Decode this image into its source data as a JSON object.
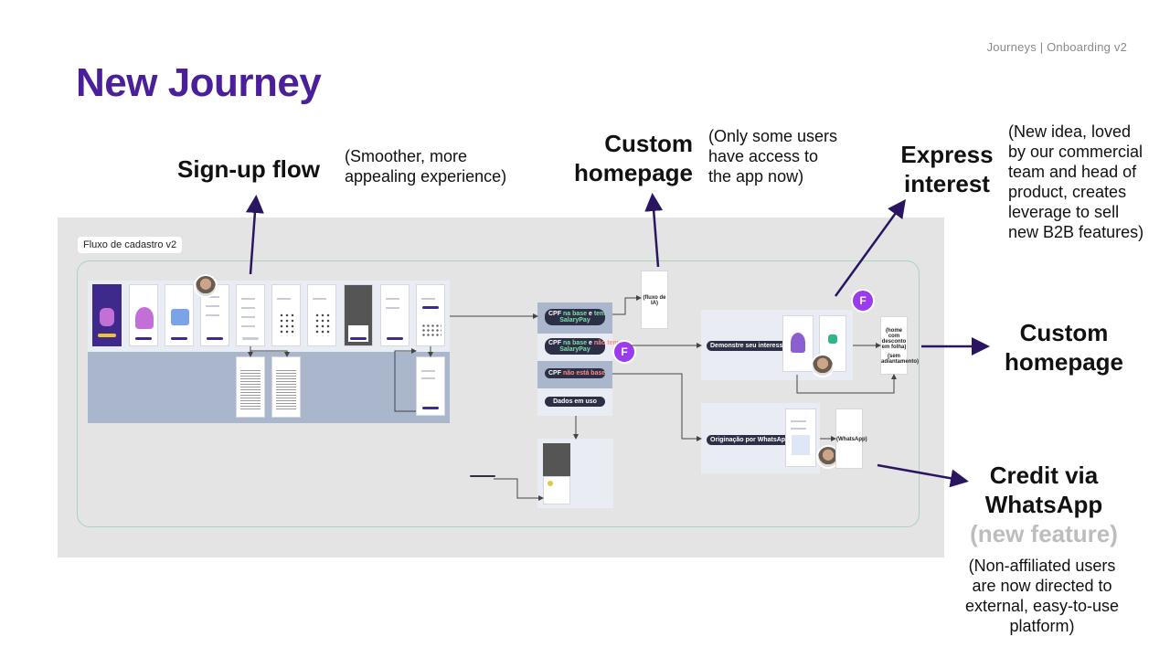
{
  "breadcrumb": "Journeys | Onboarding v2",
  "title": "New Journey",
  "labels": {
    "signup": {
      "title": "Sign-up flow",
      "note_lines": [
        "(Smoother, more",
        "appealing experience)"
      ]
    },
    "custom_top": {
      "title_lines": [
        "Custom",
        "homepage"
      ],
      "note_lines": [
        "(Only some users",
        "have access to",
        "the app now)"
      ]
    },
    "express": {
      "title_lines": [
        "Express",
        "interest"
      ],
      "note_lines": [
        "(New idea, loved",
        "by our commercial",
        "team and head of",
        "product, creates",
        "leverage to sell",
        "new B2B features)"
      ]
    },
    "custom_right": {
      "title_lines": [
        "Custom",
        "homepage"
      ]
    },
    "credit": {
      "title_lines": [
        "Credit via",
        "WhatsApp"
      ],
      "subtitle": "(new feature)",
      "note_lines": [
        "(Non-affiliated users",
        "are now directed to",
        "external, easy-to-use",
        "platform)"
      ]
    }
  },
  "canvas": {
    "frame_title": "Fluxo de cadastro v2",
    "pills": {
      "p1": {
        "a": "CPF ",
        "b": "na base",
        "c": " e ",
        "d": "tem",
        "e": "SalaryPay"
      },
      "p2": {
        "a": "CPF ",
        "b": "na base",
        "c": " e ",
        "d": "não tem",
        "e": "SalaryPay"
      },
      "p3": {
        "a": "CPF ",
        "b": "não está base"
      },
      "p4": "Dados em uso",
      "demonstre": "Demonstre seu interesse",
      "originacao": "Originação por WhatsApp"
    },
    "nodes": {
      "fluxo_ia": "(fluxo de IA)",
      "home_desconto": "(home com desconto em folha)",
      "sem_adiantamento": "(sem adiantamento)",
      "whatsapp": "(WhatsApp)"
    },
    "avatar_letter": "F"
  },
  "colors": {
    "accent": "#4a1f99",
    "subtitle_gray": "#bdbdbd",
    "avatar": "#9b3bf0",
    "arrow": "#2a1660"
  }
}
